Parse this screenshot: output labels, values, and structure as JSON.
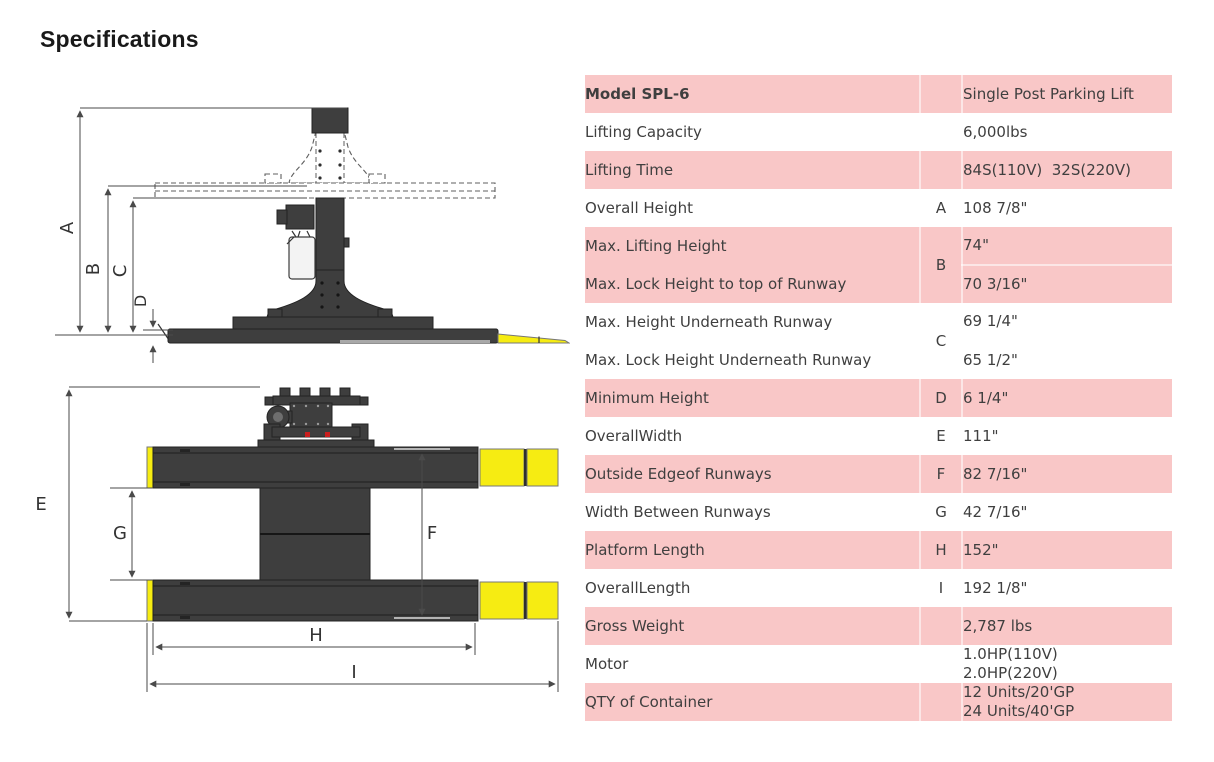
{
  "page": {
    "title": "Specifications"
  },
  "colors": {
    "pink": "#f9c7c7",
    "divider": "rgba(255,255,255,0.55)",
    "row-text": "#3f3f3f",
    "title-color": "#191919",
    "drawing-dark": "#3e3e3e",
    "yellow": "#f6ec12",
    "dim-line": "#4a4a4a",
    "red-mark": "#cb1f1f"
  },
  "spec_table": {
    "header": {
      "label": "Model SPL-6",
      "dim": "",
      "value": "Single Post Parking Lift"
    },
    "rows": [
      {
        "label": "Lifting Capacity",
        "dim": "",
        "value": "6,000lbs"
      },
      {
        "label": "Lifting Time",
        "dim": "",
        "value": "84S(110V)  32S(220V)"
      },
      {
        "label": "Overall Height",
        "dim": "A",
        "value": "108 7/8\""
      },
      {
        "dim": "B",
        "sub": [
          {
            "label": "Max. Lifting Height",
            "value": "74\""
          },
          {
            "label": "Max. Lock Height to top of Runway",
            "value": "70 3/16\""
          }
        ]
      },
      {
        "dim": "C",
        "sub": [
          {
            "label": "Max. Height Underneath Runway",
            "value": "69 1/4\""
          },
          {
            "label": "Max. Lock Height Underneath Runway",
            "value": "65 1/2\""
          }
        ]
      },
      {
        "label": "Minimum Height",
        "dim": "D",
        "value": "6 1/4\""
      },
      {
        "label": "OverallWidth",
        "dim": "E",
        "value": "111\""
      },
      {
        "label": "Outside Edgeof Runways",
        "dim": "F",
        "value": "82 7/16\""
      },
      {
        "label": "Width Between Runways",
        "dim": "G",
        "value": "42 7/16\""
      },
      {
        "label": "Platform Length",
        "dim": "H",
        "value": "152\""
      },
      {
        "label": "OverallLength",
        "dim": "I",
        "value": "192 1/8\""
      },
      {
        "label": "Gross Weight",
        "dim": "",
        "value": "2,787 lbs"
      },
      {
        "label": "Motor",
        "dim": "",
        "value": "1.0HP(110V)\n2.0HP(220V)"
      },
      {
        "label": "QTY of Container",
        "dim": "",
        "value": "12 Units/20'GP\n24 Units/40'GP"
      }
    ]
  },
  "diagram": {
    "side_view": {
      "labels": {
        "A": "A",
        "B": "B",
        "C": "C",
        "D": "D"
      }
    },
    "top_view": {
      "labels": {
        "E": "E",
        "F": "F",
        "G": "G",
        "H": "H",
        "I": "I"
      }
    }
  }
}
